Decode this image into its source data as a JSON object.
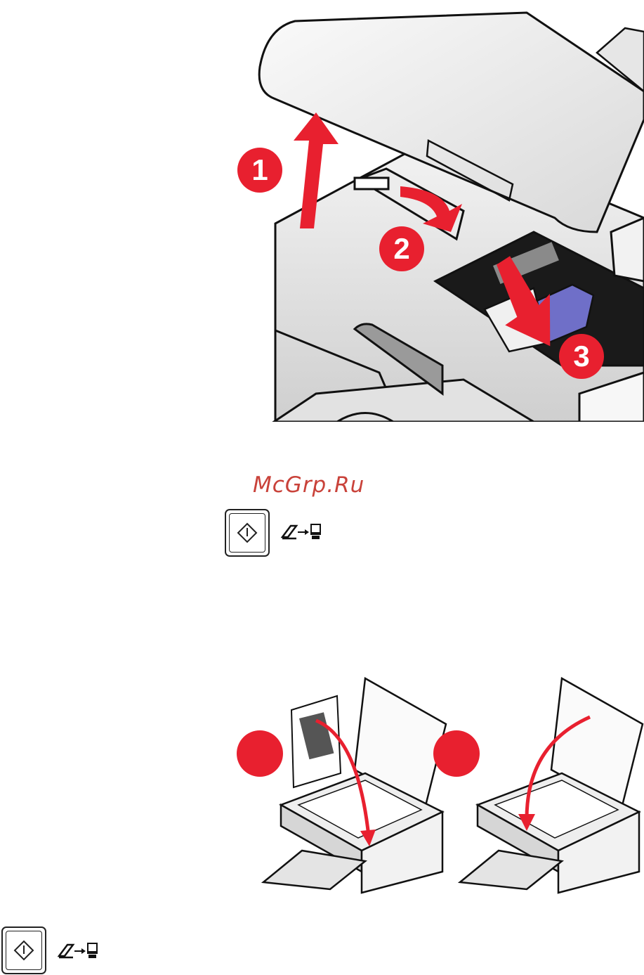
{
  "watermark": "McGrp.Ru",
  "figure1": {
    "step_labels": [
      "1",
      "2",
      "3"
    ]
  },
  "icons": {
    "start_button": "start-diamond-icon",
    "scan_to_pc": "scan-to-computer-icon"
  },
  "colors": {
    "step_red": "#e8202f",
    "cartridge_blue": "#6f6fc8",
    "watermark": "#c9423a",
    "outline": "#222222"
  }
}
